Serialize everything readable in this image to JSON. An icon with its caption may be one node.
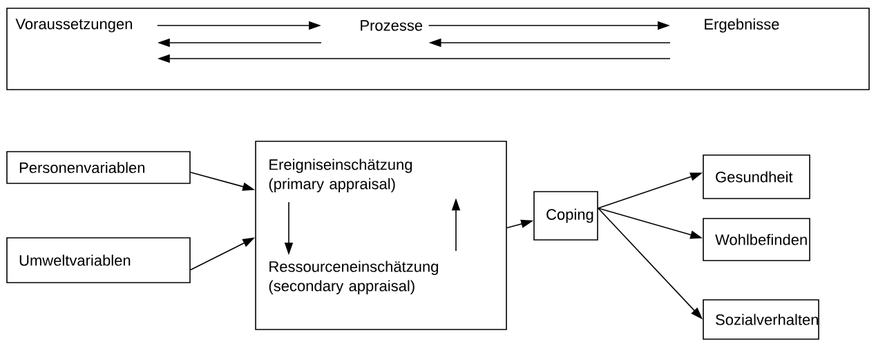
{
  "diagram": {
    "nodes": [
      {
        "text": [],
        "shape": "box"
      },
      {
        "text": [
          "Voraussetzungen"
        ],
        "in": 0
      },
      {
        "text": [
          "Prozesse"
        ],
        "in": 0
      },
      {
        "text": [
          "Ergebnisse"
        ],
        "in": 0
      },
      {
        "text": [
          "Personenvariablen"
        ]
      },
      {
        "text": [
          "Umweltvariablen"
        ]
      },
      {
        "text": [],
        "shape": "box"
      },
      {
        "text": [
          "Ereigniseinschätzung (primary appraisal)"
        ],
        "in": 6
      },
      {
        "text": [
          "Ressourceneinschätzung (secondary appraisal)"
        ],
        "in": 6
      },
      {
        "text": [
          "Coping"
        ]
      },
      {
        "text": [
          "Gesundheit"
        ]
      },
      {
        "text": [
          "Wohlbefinden"
        ]
      },
      {
        "text": [
          "Sozialverhalten"
        ]
      }
    ],
    "edges": [
      {
        "from": 1,
        "to": 2,
        "arrow": "to"
      },
      {
        "from": 2,
        "to": 1,
        "arrow": "to"
      },
      {
        "from": 2,
        "to": 3,
        "arrow": "to"
      },
      {
        "from": 3,
        "to": 2,
        "arrow": "to"
      },
      {
        "from": 3,
        "to": 1,
        "arrow": "to"
      },
      {
        "from": 4,
        "to": 6,
        "arrow": "to"
      },
      {
        "from": 5,
        "to": 6,
        "arrow": "to"
      },
      {
        "from": 7,
        "to": 8,
        "arrow": "to"
      },
      {
        "from": 8,
        "to": 7,
        "arrow": "to"
      },
      {
        "from": 6,
        "to": 9,
        "arrow": "to"
      },
      {
        "from": 9,
        "to": 10,
        "arrow": "to"
      },
      {
        "from": 9,
        "to": 11,
        "arrow": "to"
      },
      {
        "from": 9,
        "to": 12,
        "arrow": "to"
      }
    ]
  }
}
